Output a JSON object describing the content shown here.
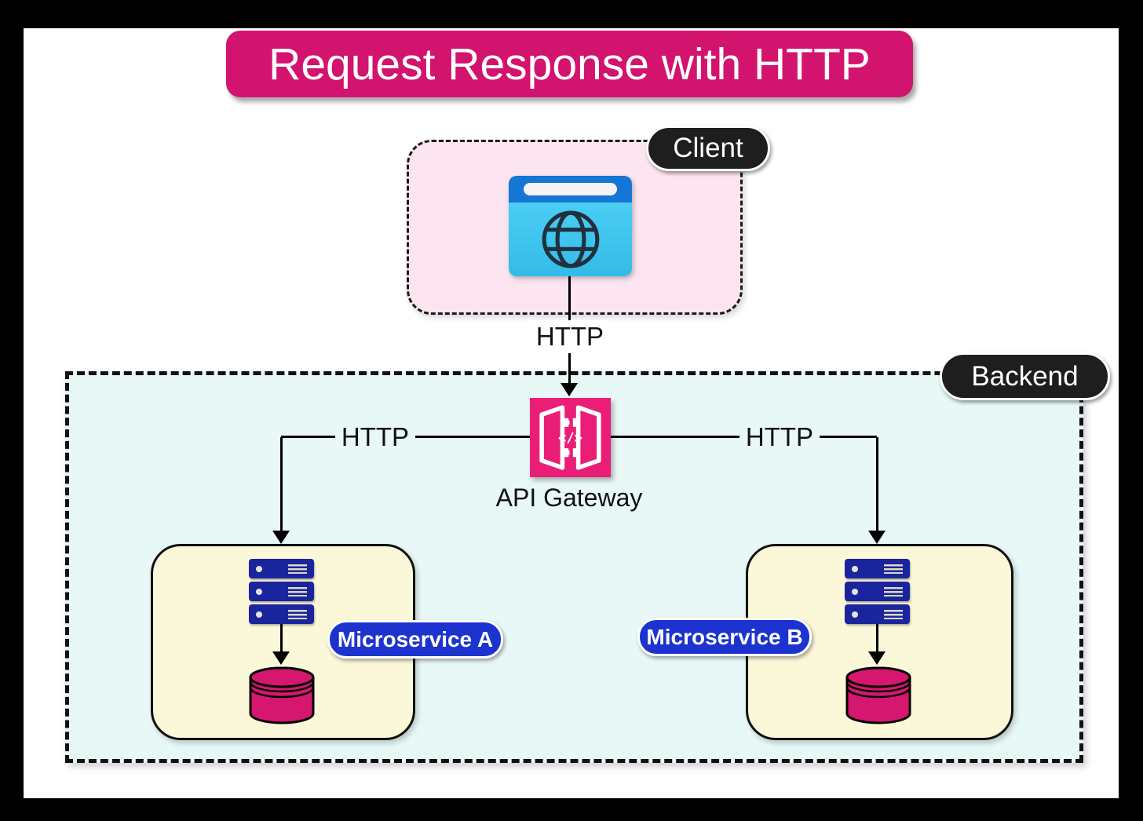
{
  "title": "Request Response with HTTP",
  "zones": {
    "client": {
      "label": "Client"
    },
    "backend": {
      "label": "Backend"
    }
  },
  "nodes": {
    "browser": {
      "icon": "browser-globe-icon"
    },
    "api_gateway": {
      "label": "API Gateway",
      "glyph": "</>",
      "icon": "api-gateway-icon"
    },
    "microservice_a": {
      "label": "Microservice A",
      "icons": [
        "server-stack-icon",
        "database-icon"
      ]
    },
    "microservice_b": {
      "label": "Microservice B",
      "icons": [
        "server-stack-icon",
        "database-icon"
      ]
    }
  },
  "edges": {
    "client_to_gateway": {
      "label": "HTTP"
    },
    "gateway_to_a": {
      "label": "HTTP"
    },
    "gateway_to_b": {
      "label": "HTTP"
    }
  },
  "colors": {
    "banner": "#d2146e",
    "gateway_icon": "#ea1e77",
    "database": "#d6176f",
    "client_zone_fill": "#fce4f0",
    "backend_zone_fill": "#e8f8f6",
    "microservice_fill": "#fbf8da",
    "server": "#1a249c",
    "microservice_badge": "#1d33cf",
    "badge_dark": "#1e1e1e",
    "browser_top": "#1576d6",
    "browser_body": "#3fc3ec"
  }
}
